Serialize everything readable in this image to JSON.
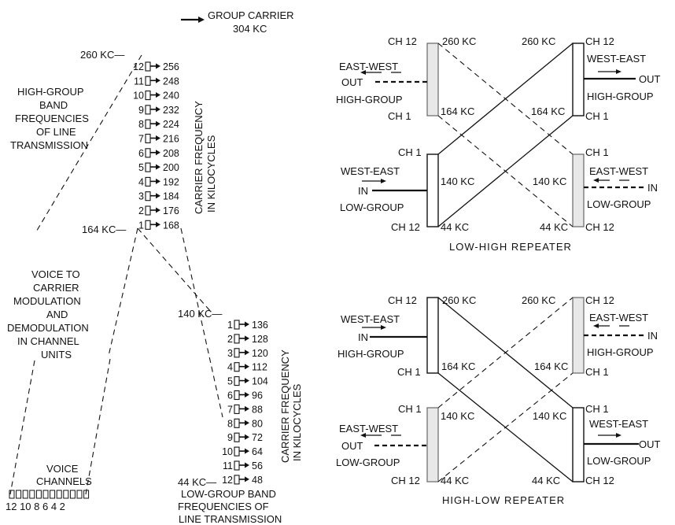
{
  "group_carrier": {
    "line1": "GROUP CARRIER",
    "line2": "304 KC"
  },
  "high_group": {
    "top_freq": "260 KC—",
    "bottom_freq": "164 KC—",
    "channels": [
      "12",
      "11",
      "10",
      "9",
      "8",
      "7",
      "6",
      "5",
      "4",
      "3",
      "2",
      "1"
    ],
    "carriers": [
      "256",
      "248",
      "240",
      "232",
      "224",
      "216",
      "208",
      "200",
      "192",
      "184",
      "176",
      "168"
    ],
    "axis_label_1": "CARRIER FREQUENCY",
    "axis_label_2": "IN KILOCYCLES",
    "band_label": [
      "HIGH-GROUP",
      "BAND",
      "FREQUENCIES",
      "OF LINE",
      "TRANSMISSION"
    ]
  },
  "modulation_label": [
    "VOICE TO",
    "CARRIER",
    "MODULATION",
    "AND",
    "DEMODULATION",
    "IN CHANNEL",
    "UNITS"
  ],
  "voice_channels": {
    "title": [
      "VOICE",
      "CHANNELS"
    ],
    "numbers": "12 10 8 6 4 2"
  },
  "low_group": {
    "top_freq": "140 KC—",
    "bottom_freq": "44 KC—",
    "channels": [
      "1",
      "2",
      "3",
      "4",
      "5",
      "6",
      "7",
      "8",
      "9",
      "10",
      "11",
      "12"
    ],
    "carriers": [
      "136",
      "128",
      "120",
      "112",
      "104",
      "96",
      "88",
      "80",
      "72",
      "64",
      "56",
      "48"
    ],
    "axis_label_1": "CARRIER FREQUENCY",
    "axis_label_2": "IN KILOCYCLES",
    "band_label": [
      "LOW-GROUP BAND",
      "FREQUENCIES OF",
      "LINE TRANSMISSION"
    ]
  },
  "low_high_repeater": {
    "title": "LOW-HIGH REPEATER",
    "tl": {
      "ch_top": "CH 12",
      "ch_bot": "CH 1",
      "f_top": "260 KC",
      "f_bot": "164 KC",
      "dir": "EAST-WEST",
      "io": "OUT",
      "group": "HIGH-GROUP"
    },
    "tr": {
      "ch_top": "CH 12",
      "ch_bot": "CH 1",
      "f_top": "260 KC",
      "f_bot": "164 KC",
      "dir": "WEST-EAST",
      "io": "OUT",
      "group": "HIGH-GROUP"
    },
    "bl": {
      "ch_top": "CH 1",
      "ch_bot": "CH 12",
      "f_top": "140 KC",
      "f_bot": "44 KC",
      "dir": "WEST-EAST",
      "io": "IN",
      "group": "LOW-GROUP"
    },
    "br": {
      "ch_top": "CH 1",
      "ch_bot": "CH 12",
      "f_top": "140 KC",
      "f_bot": "44 KC",
      "dir": "EAST-WEST",
      "io": "IN",
      "group": "LOW-GROUP"
    }
  },
  "high_low_repeater": {
    "title": "HIGH-LOW REPEATER",
    "tl": {
      "ch_top": "CH 12",
      "ch_bot": "CH 1",
      "f_top": "260 KC",
      "f_bot": "164 KC",
      "dir": "WEST-EAST",
      "io": "IN",
      "group": "HIGH-GROUP"
    },
    "tr": {
      "ch_top": "CH 12",
      "ch_bot": "CH 1",
      "f_top": "260 KC",
      "f_bot": "164 KC",
      "dir": "EAST-WEST",
      "io": "IN",
      "group": "HIGH-GROUP"
    },
    "bl": {
      "ch_top": "CH 1",
      "ch_bot": "CH 12",
      "f_top": "140 KC",
      "f_bot": "44 KC",
      "dir": "EAST-WEST",
      "io": "OUT",
      "group": "LOW-GROUP"
    },
    "br": {
      "ch_top": "CH 1",
      "ch_bot": "CH 12",
      "f_top": "140 KC",
      "f_bot": "44 KC",
      "dir": "WEST-EAST",
      "io": "OUT",
      "group": "LOW-GROUP"
    }
  }
}
